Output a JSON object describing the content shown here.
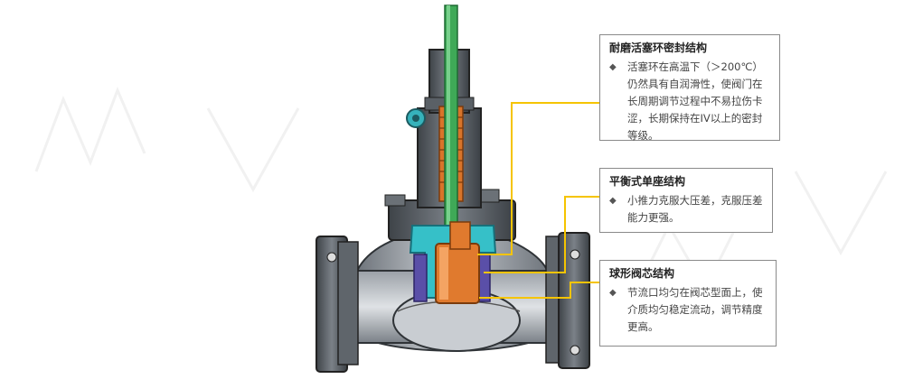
{
  "callouts": [
    {
      "title": "耐磨活塞环密封结构",
      "bullet": "◆",
      "text": "活塞环在高温下（＞200℃）仍然具有自润滑性，使阀门在长周期调节过程中不易拉伤卡涩，长期保持在IV以上的密封等级。"
    },
    {
      "title": "平衡式单座结构",
      "bullet": "◆",
      "text": "小推力克服大压差，克服压差能力更强。"
    },
    {
      "title": "球形阀芯结构",
      "bullet": "◆",
      "text": "节流口均匀在阀芯型面上，使介质均匀稳定流动，调节精度更高。"
    }
  ],
  "colors": {
    "leader_line": "#f5c400",
    "stem": "#3fa957",
    "plug": "#e07a2e",
    "cage": "#36c0c8",
    "body": "#8f959c",
    "seat": "#5a4fa8"
  }
}
